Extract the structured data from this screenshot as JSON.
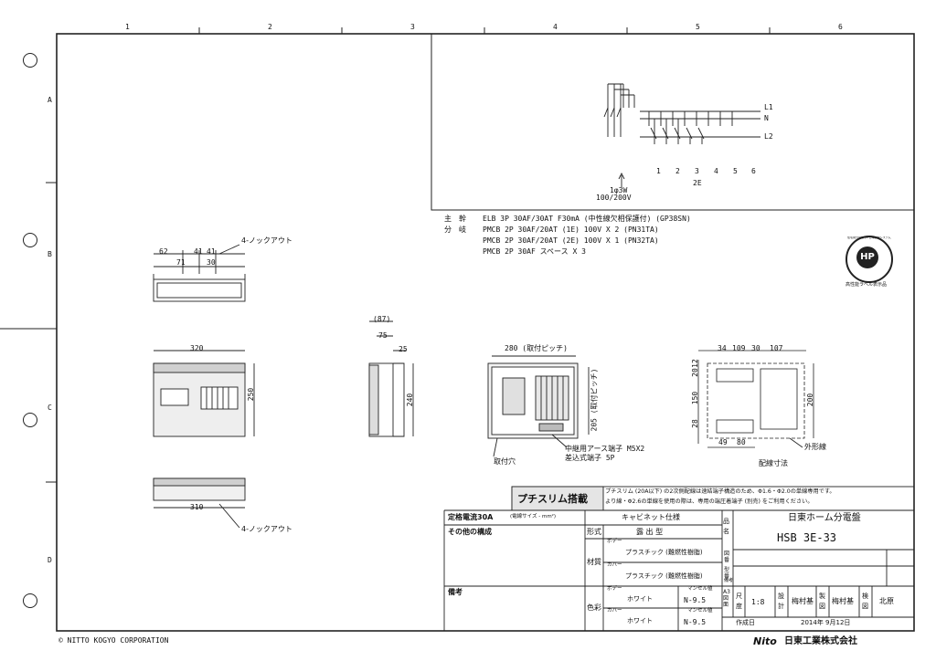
{
  "grid": {
    "columns": [
      "1",
      "2",
      "3",
      "4",
      "5",
      "6"
    ],
    "rows": [
      "A",
      "B",
      "C",
      "D"
    ]
  },
  "diagram": {
    "bus_labels": [
      "L1",
      "N",
      "L2"
    ],
    "circuit_numbers": [
      "1",
      "2",
      "3",
      "4",
      "5",
      "6"
    ],
    "group_label": "2E",
    "supply_line1": "1φ3W",
    "supply_line2": "100/200V"
  },
  "spec": {
    "main_label": "主　幹",
    "main_text": "ELB  3P 30AF/30AT       F30mA (中性線欠相保護付)  (GP38SN)",
    "branch_label": "分　岐",
    "branch_lines": [
      "PMCB 2P 30AF/20AT  (1E) 100V X  2  (PN31TA)",
      "PMCB 2P 30AF/20AT  (2E) 100V X  1  (PN32TA)",
      "PMCB 2P 30AF スペース            X  3"
    ]
  },
  "badge": {
    "ring_text": "住宅用分電盤 JIS 日本配線システム工業会",
    "center": "HP",
    "caption": "高性能ラベル表示品"
  },
  "top_view": {
    "dims": [
      "62",
      "41",
      "41",
      "71",
      "30"
    ],
    "note": "4-ノックアウト"
  },
  "front_view": {
    "width": "320",
    "height": "250"
  },
  "bottom_view": {
    "width": "310",
    "note": "4-ノックアウト"
  },
  "side_view": {
    "dims": [
      "(87)",
      "75",
      "25",
      "240"
    ]
  },
  "inner_view": {
    "width": "280 (取付ピッチ)",
    "height": "205 (取付ピッチ)",
    "mount_hole": "取付穴",
    "terminal_line1": "中継用アース端子 M5X2",
    "terminal_line2": "差込式端子 5P"
  },
  "mount_view": {
    "top_dims": [
      "34",
      "109",
      "30",
      "107"
    ],
    "left_dims": [
      "20",
      "12",
      "150",
      "28"
    ],
    "right_dim": "200",
    "bottom_dims": [
      "49",
      "80"
    ],
    "outline": "外形線",
    "caption": "配線寸法"
  },
  "petit": {
    "title": "プチスリム搭載",
    "line1": "プチスリム (20A以下) の2次側配線は速結端子構造のため、Φ1.6・Φ2.0の単線専用です。",
    "line2": "より線・Φ2.6の単線を使用の際は、専用の端圧着端子 (別売) をご利用ください。"
  },
  "table": {
    "rated": "定格電流30A",
    "rated_note": "(電線サイズ - mm²)",
    "cabinet": "キャビネット仕様",
    "other": "その他の構成",
    "form_label": "形式",
    "form_value": "露 出 型",
    "material_label": "材質",
    "body_label": "ボデー",
    "body_material": "プラスチック (難燃性樹脂)",
    "cover_label": "カバー",
    "cover_material": "プラスチック (難燃性樹脂)",
    "notes_label": "備考",
    "color_label": "色彩",
    "body_color": "ホワイト",
    "cover_color": "ホワイト",
    "munsell_label": "マンセル値",
    "munsell_value": "N-9.5",
    "name_label": "品名",
    "product_name": "日東ホーム分電盤",
    "model": "HSB 3E-33",
    "chars_col": [
      "図",
      "番",
      "型",
      "番",
      "備",
      "考"
    ],
    "a3": "A3 図面",
    "scale_label": "尺度",
    "scale": "1:8",
    "design_label": "設計",
    "designer": "梅村基",
    "drafter_label": "製図",
    "drafter": "梅村基",
    "check_label": "検図",
    "checker": "北原",
    "created_label": "作成日",
    "date": "2014年 9月12日"
  },
  "company": {
    "logo": "Nito",
    "name": "日東工業株式会社",
    "copyright": "© NITTO KOGYO CORPORATION"
  },
  "colors": {
    "line": "#222222",
    "paper": "#ffffff",
    "fill_light": "#e6e6e6",
    "fill_mid": "#bdbdbd"
  }
}
